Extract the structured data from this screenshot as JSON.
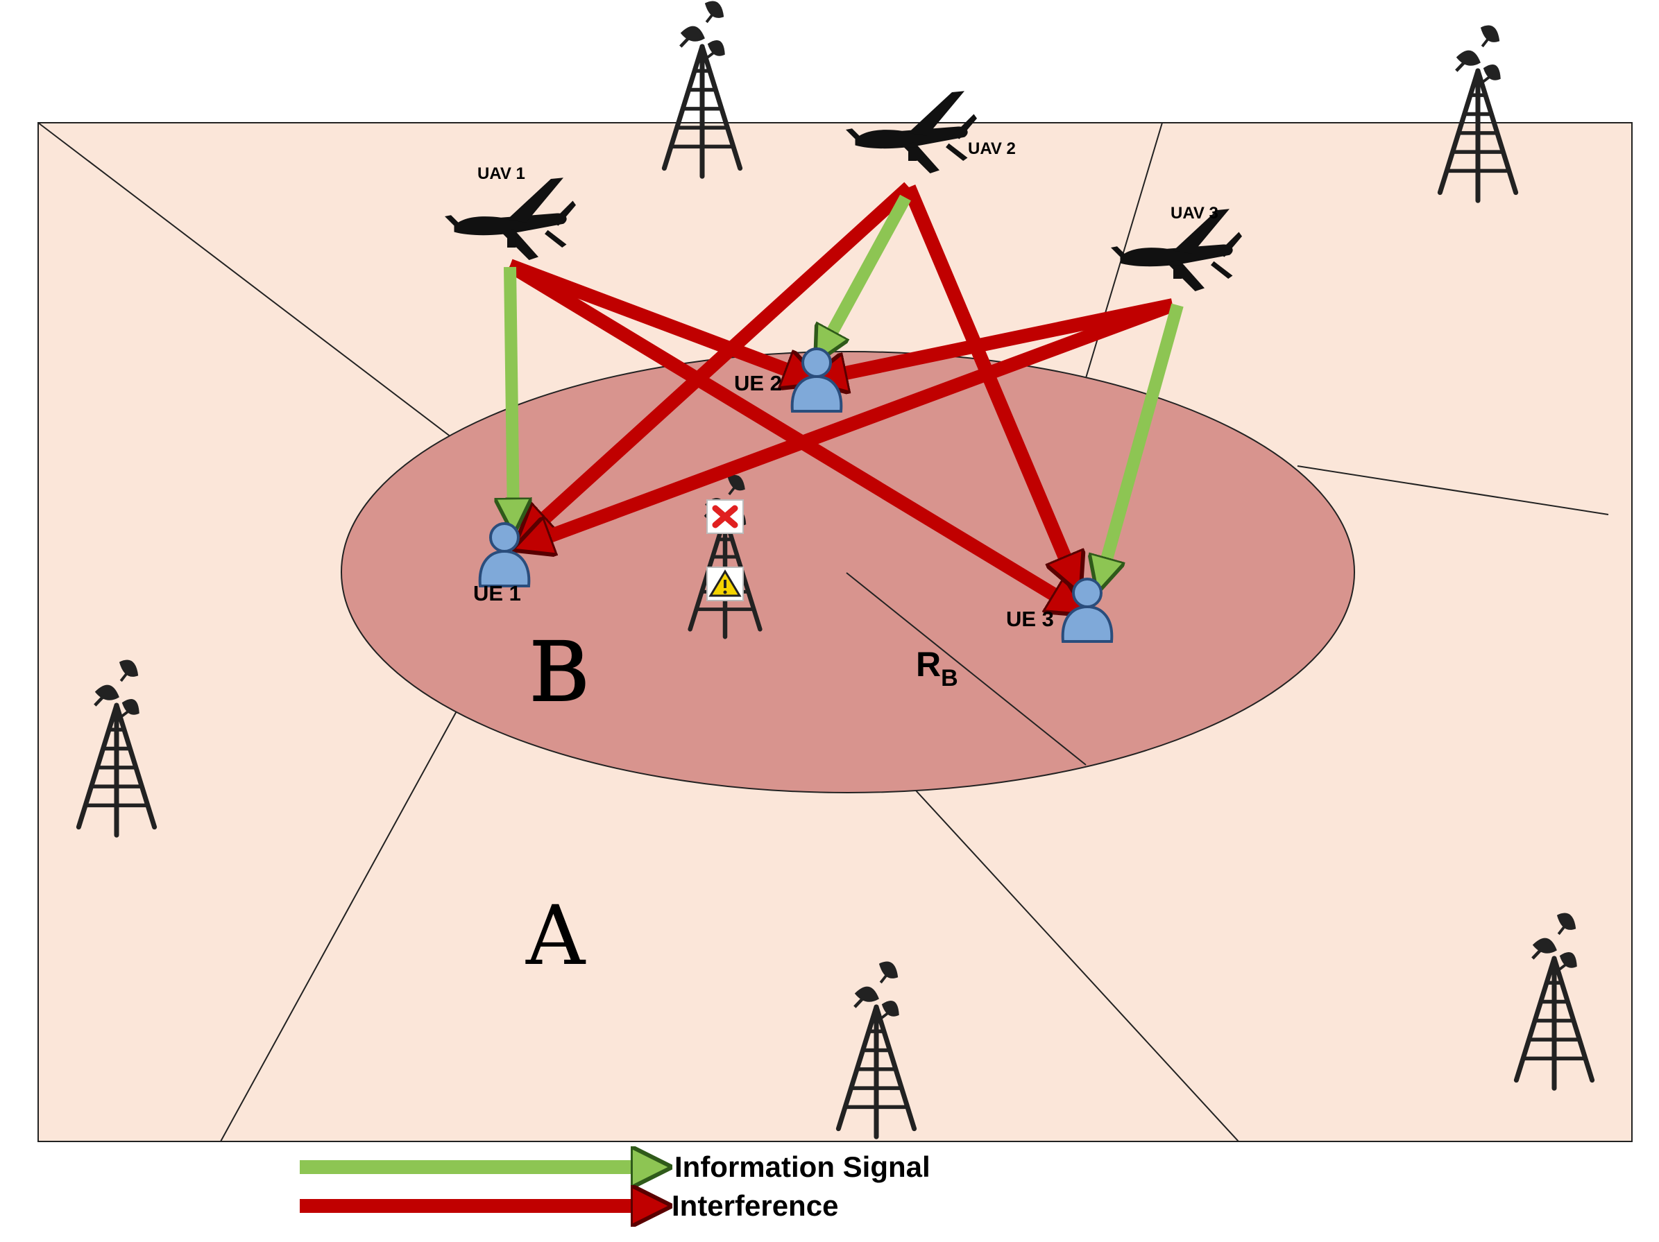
{
  "uavs": [
    {
      "label": "UAV 1"
    },
    {
      "label": "UAV 2"
    },
    {
      "label": "UAV 3"
    }
  ],
  "ues": [
    {
      "label": "UE 1"
    },
    {
      "label": "UE 2"
    },
    {
      "label": "UE 3"
    }
  ],
  "regions": {
    "outer": "A",
    "inner": "B",
    "radius_main": "R",
    "radius_sub": "B"
  },
  "legend": {
    "info_label": "Information Signal",
    "interference_label": "Interference"
  },
  "colors": {
    "background": "#fbe6d9",
    "disc": "#d8948e",
    "info_signal": "#8dc553",
    "interference": "#c00000",
    "user": "#7fa9d9"
  },
  "links": {
    "information_signal": [
      [
        "UAV 1",
        "UE 1"
      ],
      [
        "UAV 2",
        "UE 2"
      ],
      [
        "UAV 3",
        "UE 3"
      ]
    ],
    "interference": [
      [
        "UAV 1",
        "UE 2"
      ],
      [
        "UAV 1",
        "UE 3"
      ],
      [
        "UAV 2",
        "UE 1"
      ],
      [
        "UAV 2",
        "UE 3"
      ],
      [
        "UAV 3",
        "UE 1"
      ],
      [
        "UAV 3",
        "UE 2"
      ]
    ]
  },
  "icons": {
    "tower": "cell-tower-icon",
    "uav": "drone-icon",
    "user": "user-icon",
    "failed": "red-x-icon",
    "warning": "warning-icon"
  }
}
